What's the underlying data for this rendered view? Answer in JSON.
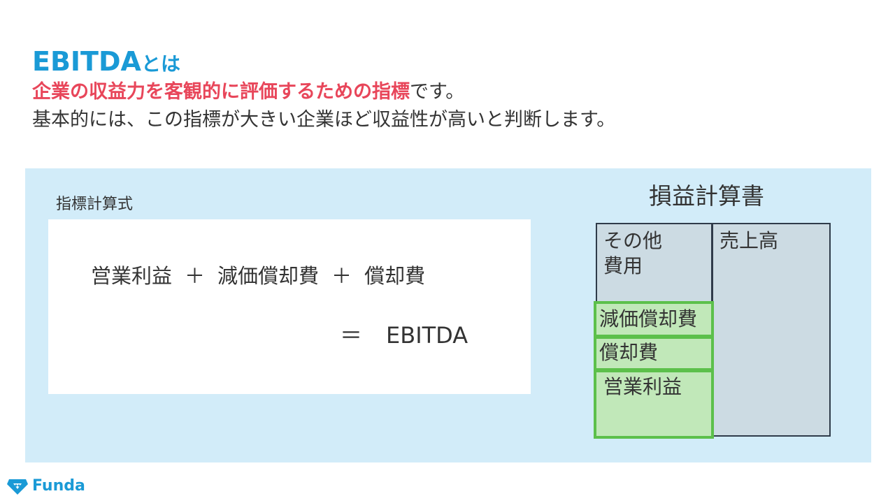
{
  "heading": {
    "title_main": "EBITDA",
    "title_suffix": "とは",
    "line1_accent": "企業の収益力を客観的に評価するための指標",
    "line1_rest": "です。",
    "line2": "基本的には、この指標が大きい企業ほど収益性が高いと判断します。"
  },
  "formula": {
    "label": "指標計算式",
    "term1": "営業利益",
    "plus1": "＋",
    "term2": "減価償却費",
    "plus2": "＋",
    "term3": "償却費",
    "equals": "＝",
    "result": "EBITDA"
  },
  "income_statement": {
    "title": "損益計算書",
    "other_expenses_line1": "その他",
    "other_expenses_line2": "費用",
    "depreciation": "減価償却費",
    "amortization": "償却費",
    "operating_income": "営業利益",
    "sales": "売上高"
  },
  "brand": {
    "name": "Funda",
    "icon": "funda-logo-icon"
  },
  "colors": {
    "accent_blue": "#1a9ad6",
    "accent_red": "#e8465a",
    "panel_bg": "#d2ecf9",
    "statement_bg": "#ccdbe3",
    "highlight_green_fill": "#c1e8b9",
    "highlight_green_border": "#5cc04b"
  }
}
